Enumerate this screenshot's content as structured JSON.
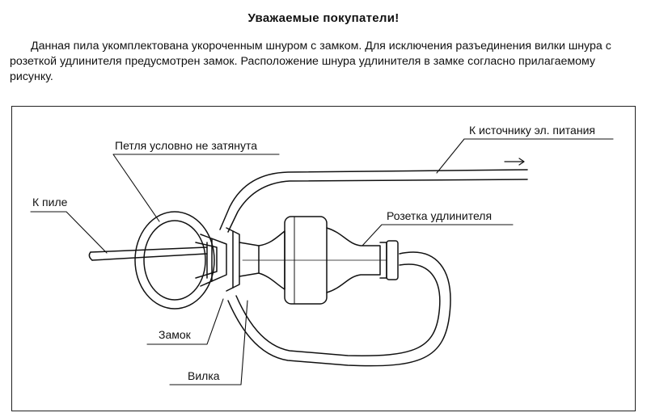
{
  "notice": {
    "title": "Уважаемые покупатели!",
    "text": "Данная пила укомплектована укороченным шнуром с замком. Для исключения разъединения вилки шнура с розеткой удлинителя предусмотрен замок. Расположение шнура удлинителя в замке согласно прилагаемому рисунку."
  },
  "diagram": {
    "labels": {
      "power_source": "К источнику эл. питания",
      "loop": "Петля условно не затянута",
      "to_saw": "К пиле",
      "socket": "Розетка удлинителя",
      "lock": "Замок",
      "plug": "Вилка"
    }
  }
}
